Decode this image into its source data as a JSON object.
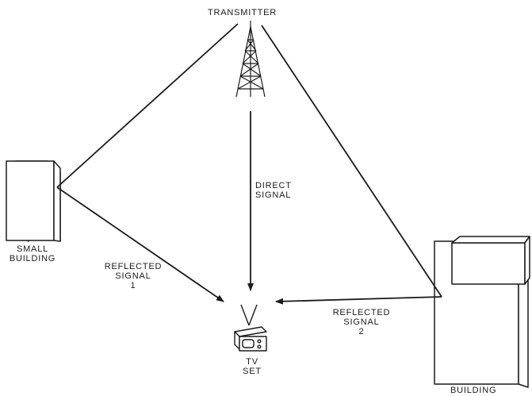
{
  "labels": {
    "transmitter": "TRANSMITTER",
    "direct_signal": [
      "DIRECT",
      "SIGNAL"
    ],
    "small_building": [
      "SMALL",
      "BUILDING"
    ],
    "reflected_signal_1": [
      "REFLECTED",
      "SIGNAL",
      "1"
    ],
    "tv_set": [
      "TV",
      "SET"
    ],
    "reflected_signal_2": [
      "REFLECTED",
      "SIGNAL",
      "2"
    ],
    "building": "BUILDING"
  },
  "colors": {
    "ink": "#1a1a1a",
    "background": "#ffffff"
  }
}
